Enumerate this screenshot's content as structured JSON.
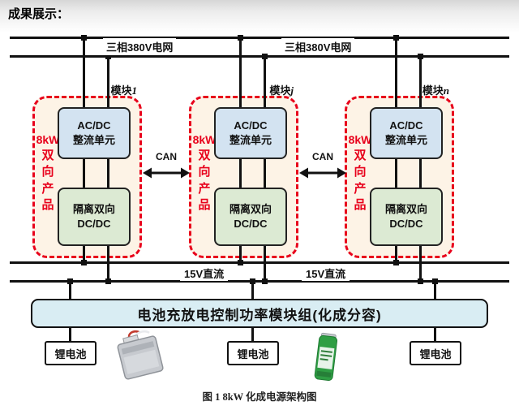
{
  "page": {
    "heading": "成果展示：",
    "caption": "图 1 8kW 化成电源架构图"
  },
  "grid": {
    "label_left": "三相380V电网",
    "label_right": "三相380V电网"
  },
  "can": {
    "label": "CAN"
  },
  "dc_bus": {
    "label_left": "15V直流",
    "label_right": "15V直流"
  },
  "modules": [
    {
      "title_prefix": "模块",
      "title_var": "1",
      "power": "8kW",
      "side_text": "双向产品",
      "acdc_line1": "AC/DC",
      "acdc_line2": "整流单元",
      "dcdc_line1": "隔离双向",
      "dcdc_line2": "DC/DC"
    },
    {
      "title_prefix": "模块",
      "title_var": "j",
      "power": "8kW",
      "side_text": "双向产品",
      "acdc_line1": "AC/DC",
      "acdc_line2": "整流单元",
      "dcdc_line1": "隔离双向",
      "dcdc_line2": "DC/DC"
    },
    {
      "title_prefix": "模块",
      "title_var": "n",
      "power": "8kW",
      "side_text": "双向产品",
      "acdc_line1": "AC/DC",
      "acdc_line2": "整流单元",
      "dcdc_line1": "隔离双向",
      "dcdc_line2": "DC/DC"
    }
  ],
  "controller": {
    "label": "电池充放电控制功率模块组(化成分容)"
  },
  "batteries": [
    {
      "label": "锂电池"
    },
    {
      "label": "锂电池"
    },
    {
      "label": "锂电池"
    }
  ],
  "colors": {
    "accent_red": "#e8001b",
    "module_fill": "#fdf3e6",
    "acdc_fill": "#d3e3f1",
    "dcdc_fill": "#dcead3",
    "controller_fill": "#d9edf3",
    "line_black": "#111111"
  }
}
